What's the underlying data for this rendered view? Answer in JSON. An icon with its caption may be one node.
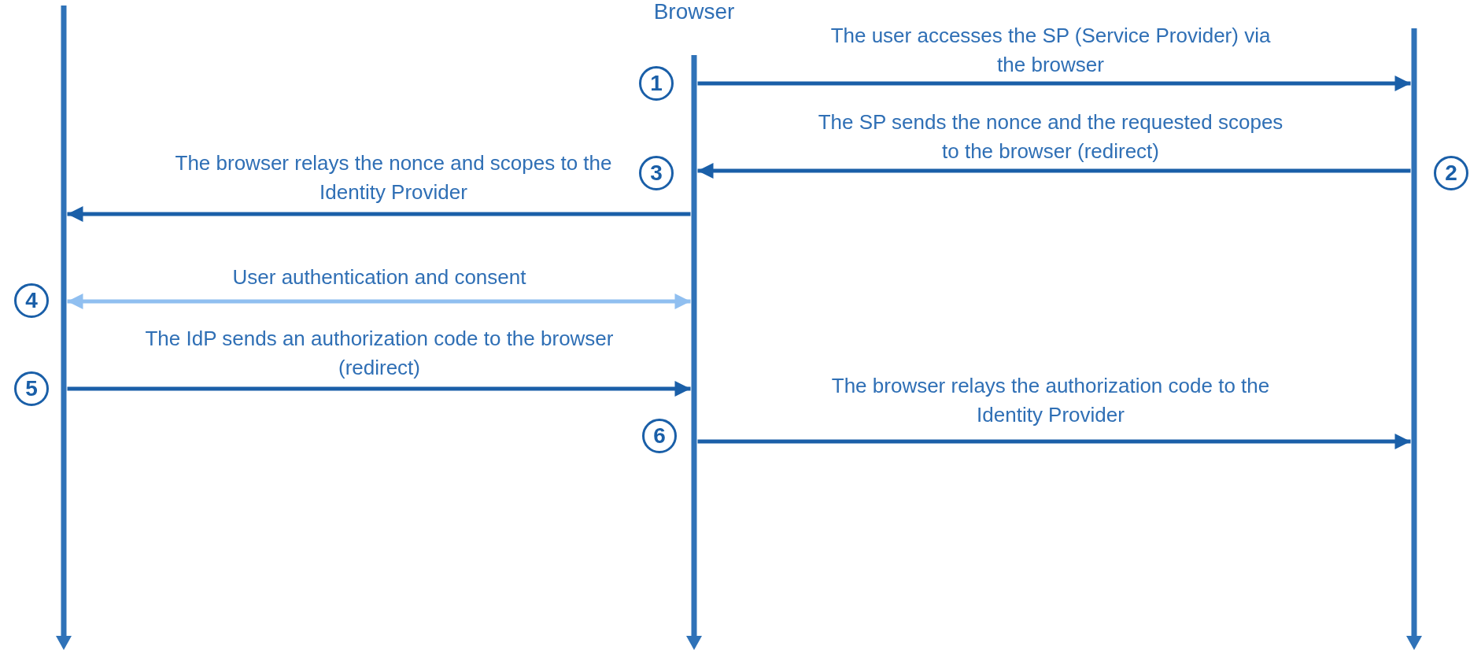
{
  "diagram": {
    "nodes": [
      {
        "text": [],
        "shape": "bar"
      },
      {
        "text": [
          "Browser"
        ]
      },
      {
        "text": [],
        "shape": "bar"
      }
    ],
    "edges": [
      {
        "from": 1,
        "to": 2,
        "arrow": "to",
        "label": "The user accesses the SP (Service Provider) via the browser"
      },
      {
        "from": 2,
        "to": 1,
        "arrow": "to",
        "label": "The SP sends the nonce and the requested scopes to the browser (redirect)"
      },
      {
        "from": 1,
        "to": 0,
        "arrow": "to",
        "label": "The browser relays the nonce and scopes to the Identity Provider"
      },
      {
        "from": 0,
        "to": 1,
        "arrow": "both",
        "label": "User authentication and consent",
        "color": "#90bff0"
      },
      {
        "from": 0,
        "to": 1,
        "arrow": "to",
        "label": "The IdP sends an authorization code to the browser (redirect)"
      },
      {
        "from": 1,
        "to": 2,
        "arrow": "to",
        "label": "The browser relays the authorization code to the Identity Provider"
      }
    ],
    "labels": [
      "1",
      "2",
      "3",
      "4",
      "5",
      "6"
    ]
  }
}
